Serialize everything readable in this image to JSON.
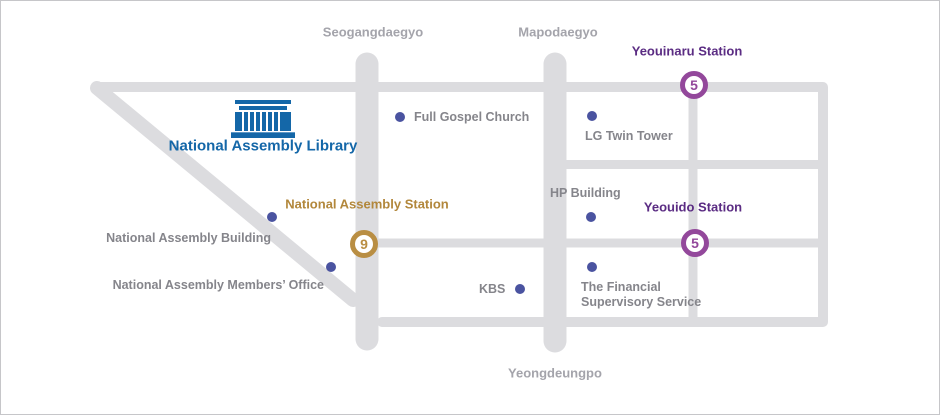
{
  "bridges": {
    "north_west": "Seogangdaegyo",
    "north_east": "Mapodaegyo",
    "south": "Yeongdeungpo"
  },
  "stations": {
    "yeouinaru": {
      "name": "Yeouinaru Station",
      "line": "5"
    },
    "yeouido": {
      "name": "Yeouido Station",
      "line": "5"
    },
    "national_assembly": {
      "name": "National Assembly Station",
      "line": "9"
    }
  },
  "landmarks": {
    "library": "National Assembly Library",
    "full_gospel_church": "Full Gospel Church",
    "lg_twin_tower": "LG Twin Tower",
    "hp_building": "HP Building",
    "kbs": "KBS",
    "financial_line1": "The Financial",
    "financial_line2": "Supervisory Service",
    "assembly_building": "National Assembly Building",
    "members_office": "National Assembly Members’ Office"
  },
  "colors": {
    "road": "#dcdcdf",
    "line5_ring": "#93489b",
    "line9_ring": "#b98e43",
    "station_purple_text": "#5b2c83",
    "station_gold_text": "#b2873b",
    "landmark_text": "#85858b",
    "bridge_text": "#a4a4ab",
    "library_blue": "#1467a8",
    "landmark_dot": "#4a53a0"
  }
}
